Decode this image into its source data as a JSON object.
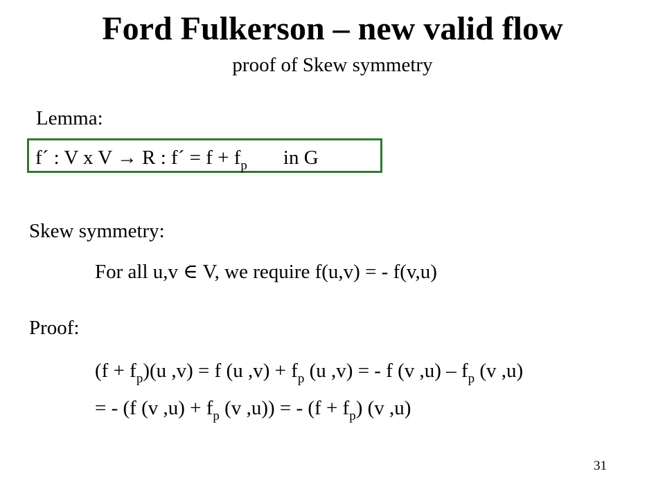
{
  "slide": {
    "title": "Ford Fulkerson – new valid flow",
    "subtitle": "proof of Skew symmetry",
    "page_number": "31"
  },
  "lemma": {
    "label": "Lemma:",
    "formula_main": "f´ : V x V → R : f´ = f + f",
    "formula_sub": "p",
    "formula_tail": "in G"
  },
  "skew": {
    "label": "Skew symmetry:",
    "statement": "For all u,v ∈ V, we require f(u,v) = - f(v,u)"
  },
  "proof": {
    "label": "Proof:",
    "line1": [
      {
        "t": "(f + f",
        "sub": "p"
      },
      {
        "t": ")(u ,v) = f (u ,v) + f",
        "sub": "p"
      },
      {
        "t": " (u ,v) = - f (v ,u) – f",
        "sub": "p"
      },
      {
        "t": " (v ,u)",
        "sub": ""
      }
    ],
    "line2": [
      {
        "t": "= - (f (v ,u) + f",
        "sub": "p"
      },
      {
        "t": " (v ,u)) = - (f + f",
        "sub": "p"
      },
      {
        "t": ") (v ,u)",
        "sub": ""
      }
    ]
  }
}
